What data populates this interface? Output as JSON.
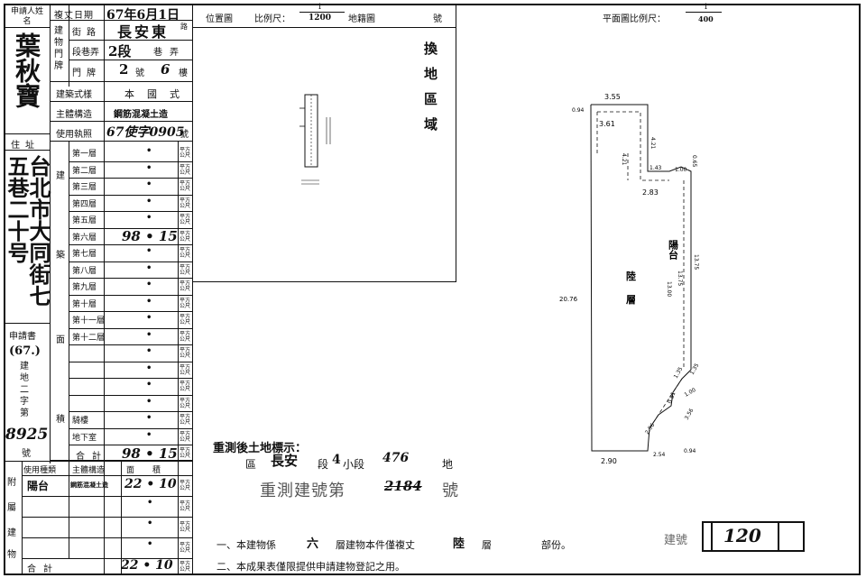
{
  "applicant": {
    "label": "申請人姓名",
    "name": "葉秋寶",
    "address_label": "住址",
    "address": "台北市大同街七五巷二十号"
  },
  "application": {
    "label": "申請書",
    "year": "(67.)",
    "type": "建地二字第",
    "number": "8925",
    "suffix": "號"
  },
  "survey": {
    "date_label": "複丈日期",
    "date_value": "67年6月1日",
    "door_label": "建物門牌",
    "street_label": "街路",
    "street_value": "長安東",
    "street_suffix": "路",
    "section_label": "段巷弄",
    "section_value": "2段",
    "section_suffix": "巷弄",
    "number_label": "門牌",
    "number_value": "2",
    "number_suffix": "號",
    "floor_value": "6",
    "floor_suffix": "樓",
    "style_label": "建築式樣",
    "style_value": "本國式",
    "structure_label": "主體構造",
    "structure_value": "鋼筋混凝土造",
    "permit_label": "使用執照",
    "permit_value": "67使字0905",
    "permit_suffix": "號"
  },
  "building_area": {
    "section_chars": [
      "建",
      "築",
      "面",
      "積"
    ],
    "unit": "平方公尺",
    "floors": [
      {
        "label": "第一層",
        "value": "•"
      },
      {
        "label": "第二層",
        "value": "•"
      },
      {
        "label": "第三層",
        "value": "•"
      },
      {
        "label": "第四層",
        "value": "•"
      },
      {
        "label": "第五層",
        "value": "•"
      },
      {
        "label": "第六層",
        "value": "98 • 15"
      },
      {
        "label": "第七層",
        "value": "•"
      },
      {
        "label": "第八層",
        "value": "•"
      },
      {
        "label": "第九層",
        "value": "•"
      },
      {
        "label": "第十層",
        "value": "•"
      },
      {
        "label": "第十一層",
        "value": "•"
      },
      {
        "label": "第十二層",
        "value": "•"
      },
      {
        "label": "",
        "value": "•"
      },
      {
        "label": "",
        "value": "•"
      },
      {
        "label": "",
        "value": "•"
      },
      {
        "label": "",
        "value": "•"
      },
      {
        "label": "騎樓",
        "value": "•"
      },
      {
        "label": "地下室",
        "value": "•"
      }
    ],
    "total_label": "合計",
    "total_value": "98 • 15"
  },
  "annex": {
    "side_chars": [
      "附",
      "屬",
      "建",
      "物"
    ],
    "col_use": "使用種類",
    "col_structure": "主體構造",
    "col_area": "面積",
    "rows": [
      {
        "use": "陽台",
        "structure": "鋼筋混凝土造",
        "area": "22 • 10"
      },
      {
        "use": "",
        "structure": "",
        "area": "•"
      },
      {
        "use": "",
        "structure": "",
        "area": "•"
      },
      {
        "use": "",
        "structure": "",
        "area": "•"
      }
    ],
    "total_label": "合計",
    "total_value": "22 • 10"
  },
  "location_map": {
    "title": "位置圖",
    "scale_label": "比例尺：",
    "scale_num": "1",
    "scale_den": "1200",
    "cadastral_label": "地籍圖",
    "cadastral_suffix": "號",
    "stamp": "換地區域"
  },
  "floor_plan": {
    "scale_label": "平面圖比例尺：",
    "scale_num": "1",
    "scale_den": "400",
    "dims": {
      "top": "3.55",
      "d094_top": "0.94",
      "d361": "3.61",
      "d421_a": "4.21",
      "d421_b": "4.21",
      "d143": "1.43",
      "d100": "1.00",
      "d065": "0.65",
      "d283": "2.83",
      "left": "20.76",
      "r1300": "13.00",
      "r1375": "13.75",
      "r1375b": "13.75",
      "d135a": "1.35",
      "d135b": "1.35",
      "d081": "0.81",
      "d100b": "1.00",
      "d356": "3.56",
      "d296": "2.96",
      "d254": "2.54",
      "d094_bot": "0.94",
      "bottom": "2.90"
    },
    "label_balcony": "陽台",
    "label_floor_a": "陸",
    "label_floor_b": "層"
  },
  "land_mark": {
    "title": "重測後土地標示：",
    "district_label": "區",
    "district_value": "長安",
    "section_label": "段",
    "section_value": "4",
    "subsection_label": "小段",
    "parcel_value": "476",
    "parcel_label": "地",
    "stamp": "重測建號第",
    "stamp_number": "2184",
    "stamp_suffix": "號"
  },
  "notes": {
    "line1_a": "一、本建物係",
    "line1_floors": "六",
    "line1_b": "層建物本件僅複丈",
    "line1_which": "陸",
    "line1_c": "層",
    "line1_d": "部份。",
    "line2": "二、本成果表僅限提供申請建物登記之用。"
  },
  "build_no": {
    "label": "建號",
    "value": "120"
  }
}
